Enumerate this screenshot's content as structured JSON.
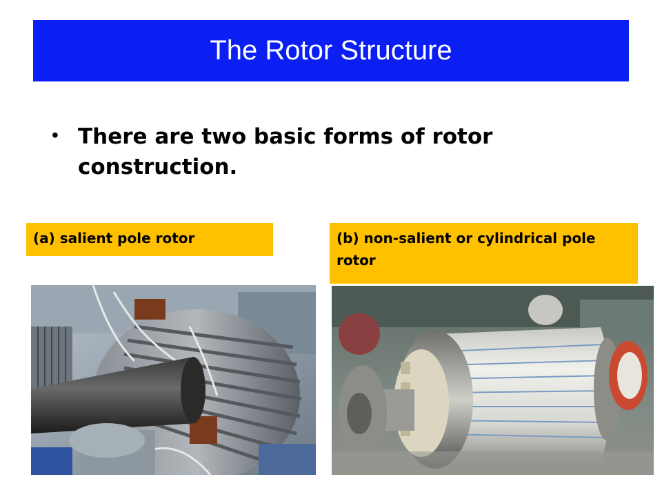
{
  "slide": {
    "title": "The Rotor Structure",
    "bullet": "There are two basic forms of rotor construction.",
    "label_a": "(a) salient pole rotor",
    "label_b": "(b) non-salient or cylindrical pole rotor"
  },
  "colors": {
    "title_bar": "#0b1ff5",
    "label_bg": "#ffc000"
  }
}
